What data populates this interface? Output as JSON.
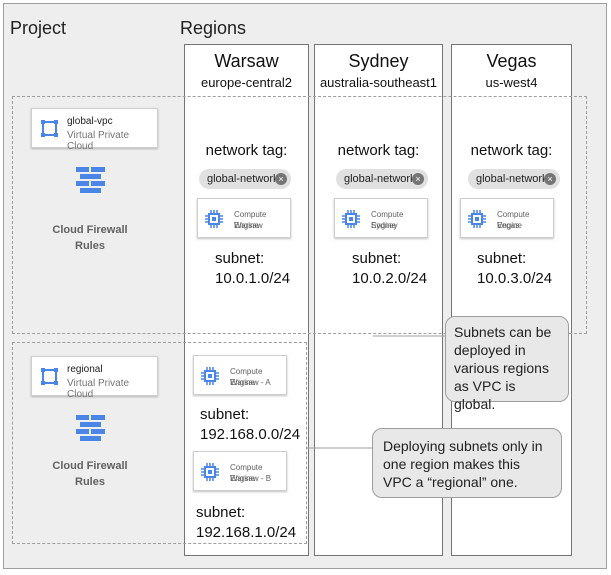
{
  "project": {
    "title": "Project"
  },
  "regions": {
    "title": "Regions",
    "columns": [
      {
        "name": "Warsaw",
        "code": "europe-central2",
        "network_tag_label": "network tag:",
        "tag": "global-network",
        "compute": {
          "title": "Compute Engine",
          "location": "Warsaw"
        },
        "subnet_label": "subnet:",
        "subnet": "10.0.1.0/24"
      },
      {
        "name": "Sydney",
        "code": "australia-southeast1",
        "network_tag_label": "network tag:",
        "tag": "global-network",
        "compute": {
          "title": "Compute Engine",
          "location": "Sydney"
        },
        "subnet_label": "subnet:",
        "subnet": "10.0.2.0/24"
      },
      {
        "name": "Vegas",
        "code": "us-west4",
        "network_tag_label": "network tag:",
        "tag": "global-network",
        "compute": {
          "title": "Compute Engine",
          "location": "Vegas"
        },
        "subnet_label": "subnet:",
        "subnet": "10.0.3.0/24"
      }
    ]
  },
  "global_vpc": {
    "name": "global-vpc",
    "type": "Virtual Private Cloud",
    "firewall_line1": "Cloud Firewall",
    "firewall_line2": "Rules"
  },
  "regional_vpc": {
    "name": "regional",
    "type": "Virtual Private Cloud",
    "firewall_line1": "Cloud Firewall",
    "firewall_line2": "Rules",
    "instances": [
      {
        "title": "Compute Engine",
        "location": "Warsaw - A",
        "subnet_label": "subnet:",
        "subnet": "192.168.0.0/24"
      },
      {
        "title": "Compute Engine",
        "location": "Warsaw - B",
        "subnet_label": "subnet:",
        "subnet": "192.168.1.0/24"
      }
    ]
  },
  "callouts": {
    "global": "Subnets can be deployed in various regions as VPC is global.",
    "regional": "Deploying subnets only in one region makes this VPC a “regional” one."
  },
  "colors": {
    "icon_blue": "#4a86e8",
    "background": "#eeeeee"
  }
}
